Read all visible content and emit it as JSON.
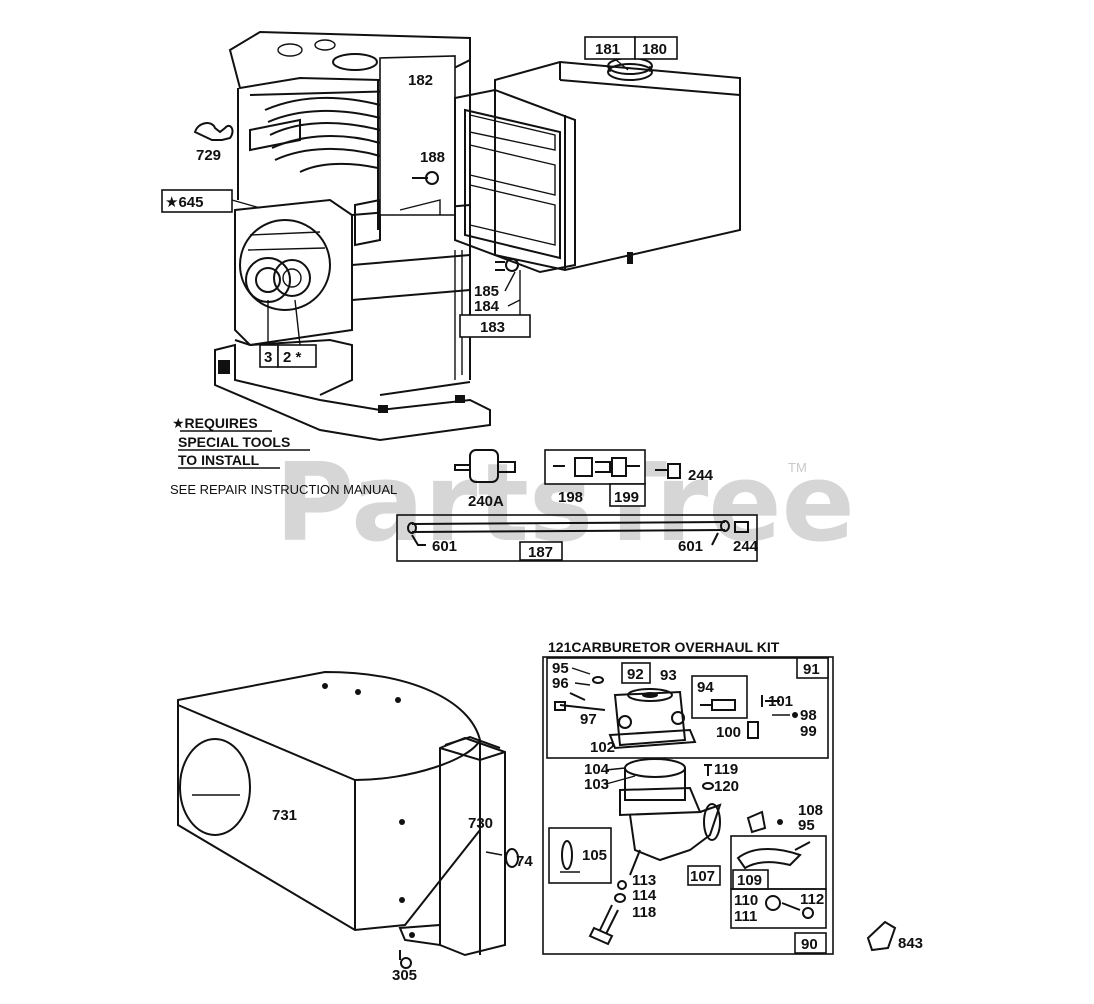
{
  "watermark": {
    "brand": "PartsTree",
    "tm": "TM"
  },
  "notes": {
    "requires_line1": "★REQUIRES",
    "requires_line2": "SPECIAL TOOLS",
    "requires_line3": "TO INSTALL",
    "manual": "SEE REPAIR INSTRUCTION MANUAL"
  },
  "kit_title": "121CARBURETOR OVERHAUL KIT",
  "parts": {
    "p181": "181",
    "p180": "180",
    "p182": "182",
    "p729": "729",
    "p188": "188",
    "p645": "★645",
    "p185": "185",
    "p184": "184",
    "p183": "183",
    "p3": "3",
    "p2": "2 *",
    "p240a": "240A",
    "p198": "198",
    "p199": "199",
    "p244a": "244",
    "p601a": "601",
    "p187": "187",
    "p601b": "601",
    "p244b": "244",
    "p731": "731",
    "p730": "730",
    "p74": "74",
    "p305": "305",
    "p95a": "95",
    "p96": "96",
    "p92": "92",
    "p93": "93",
    "p91": "91",
    "p94": "94",
    "p101": "101",
    "p97": "97",
    "p98": "98",
    "p99": "99",
    "p100": "100",
    "p102": "102",
    "p104": "104",
    "p103": "103",
    "p119": "119",
    "p120": "120",
    "p108": "108",
    "p95b": "95",
    "p105": "105",
    "p107": "107",
    "p113": "113",
    "p114": "114",
    "p118": "118",
    "p109": "109",
    "p110": "110",
    "p111": "111",
    "p112": "112",
    "p90": "90",
    "p843": "843"
  }
}
